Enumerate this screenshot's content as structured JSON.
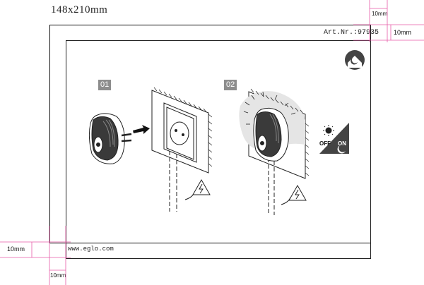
{
  "page": {
    "size_title": "148x210mm",
    "article_number": "Art.Nr.:97935",
    "website": "www.eglo.com"
  },
  "dimensions": {
    "top_right_vertical": "10mm",
    "top_right_horizontal": "10mm",
    "bottom_left_horizontal": "10mm",
    "bottom_left_vertical": "10mm"
  },
  "steps": [
    {
      "label": "01"
    },
    {
      "label": "02"
    }
  ],
  "light_mode": {
    "off_label": "OFF",
    "on_label": "ON"
  },
  "colors": {
    "dimension_lines": "#e65aa8",
    "step_badge": "#8d8d8d"
  },
  "icons": [
    "house-night-icon",
    "arrow-right-icon",
    "high-voltage-icon",
    "sun-icon",
    "moon-icon",
    "night-light-icon",
    "wall-socket-icon"
  ]
}
